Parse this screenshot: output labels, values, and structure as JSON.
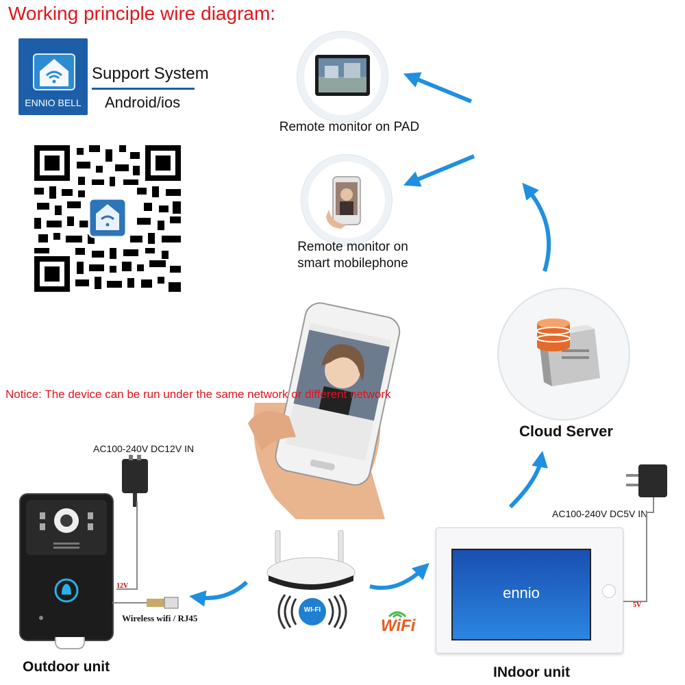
{
  "title": "Working principle wire diagram:",
  "app": {
    "name": "ENNIO BELL",
    "support_title": "Support System",
    "platforms": "Android/ios"
  },
  "notice": "Notice: The device can be run under the same network or different network",
  "nodes": {
    "pad": "Remote monitor on PAD",
    "phone_line1": "Remote monitor on",
    "phone_line2": "smart mobilephone",
    "cloud": "Cloud Server",
    "outdoor": "Outdoor unit",
    "indoor": "INdoor unit"
  },
  "power": {
    "outdoor_spec": "AC100-240V DC12V  IN",
    "indoor_spec": "AC100-240V DC5V  IN",
    "outdoor_wire": "12V",
    "indoor_wire": "5V"
  },
  "link_label": "Wireless wifi / RJ45",
  "router_badge": "WI-FI",
  "wifi_logo": "WiFi",
  "screen_brand": "ennio",
  "colors": {
    "arrow": "#1f8fe0",
    "title_red": "#e0141b",
    "app_blue": "#1c5fa8"
  }
}
